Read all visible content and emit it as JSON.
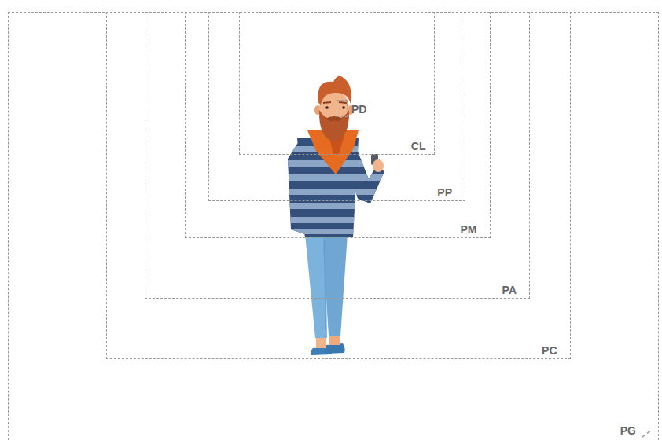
{
  "diagram": {
    "nodes": [
      {
        "text": [
          "PG"
        ]
      },
      {
        "text": [
          "PC"
        ],
        "in": 0
      },
      {
        "text": [
          "PA"
        ],
        "in": 1
      },
      {
        "text": [
          "PM"
        ],
        "in": 2
      },
      {
        "text": [
          "PP"
        ],
        "in": 3
      },
      {
        "text": [
          "CL"
        ],
        "in": 4
      },
      {
        "text": [
          "PD"
        ],
        "in": 5
      }
    ]
  }
}
